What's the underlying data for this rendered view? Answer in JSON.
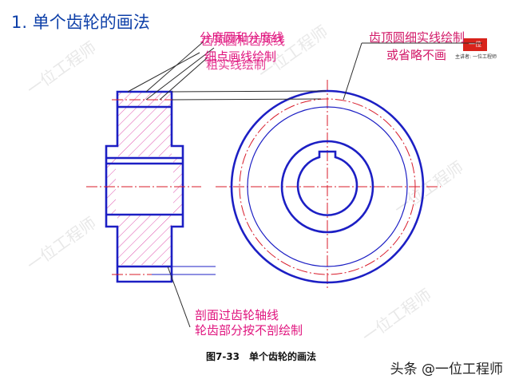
{
  "title": "1. 单个齿轮的画法",
  "labels": {
    "left_overlap_1": "分度圆和分度线",
    "left_overlap_2": "细点画线绘制",
    "left_overlap_3": "齿顶圆和齿顶线",
    "left_overlap_4": "粗实线绘制",
    "right_line_1": "齿顶圆细实线绘制",
    "right_line_2": "或省略不画",
    "bottom_line_1": "剖面过齿轮轴线",
    "bottom_line_2": "轮齿部分按不剖绘制"
  },
  "caption": "图7-33　单个齿轮的画法",
  "footer": {
    "prefix": "头条",
    "handle": "@一位工程师"
  },
  "logo": {
    "mark": "一位",
    "text": "主讲者: 一位工程师"
  },
  "watermark": "一位工程师",
  "colors": {
    "outline": "#1c1fc4",
    "centerline": "#d81b2a",
    "hatch": "#e055b0",
    "leader": "#2b2b2b",
    "label": "#e0147e"
  }
}
